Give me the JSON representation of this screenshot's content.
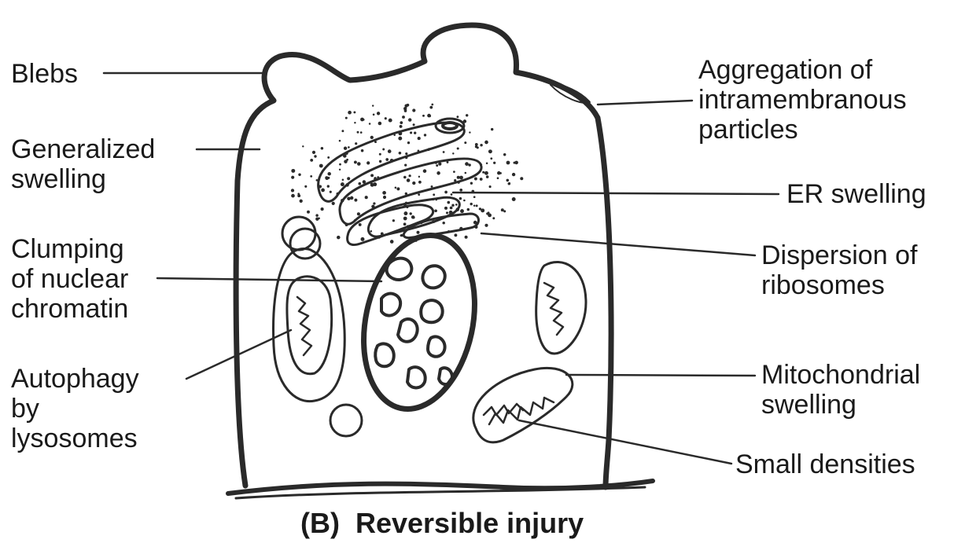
{
  "labels": {
    "blebs": "Blebs",
    "generalized_swelling": [
      "Generalized",
      "swelling"
    ],
    "clumping": [
      "Clumping",
      "of nuclear",
      "chromatin"
    ],
    "autophagy": [
      "Autophagy",
      "by",
      "lysosomes"
    ],
    "aggregation": [
      "Aggregation of",
      "intramembranous",
      "particles"
    ],
    "er_swelling": "ER swelling",
    "dispersion": [
      "Dispersion of",
      "ribosomes"
    ],
    "mito_swelling": [
      "Mitochondrial",
      "swelling"
    ],
    "small_densities": "Small densities"
  },
  "caption": "(B)  Reversible injury",
  "colors": {
    "ink": "#2a2a2a",
    "paper": "#ffffff"
  }
}
